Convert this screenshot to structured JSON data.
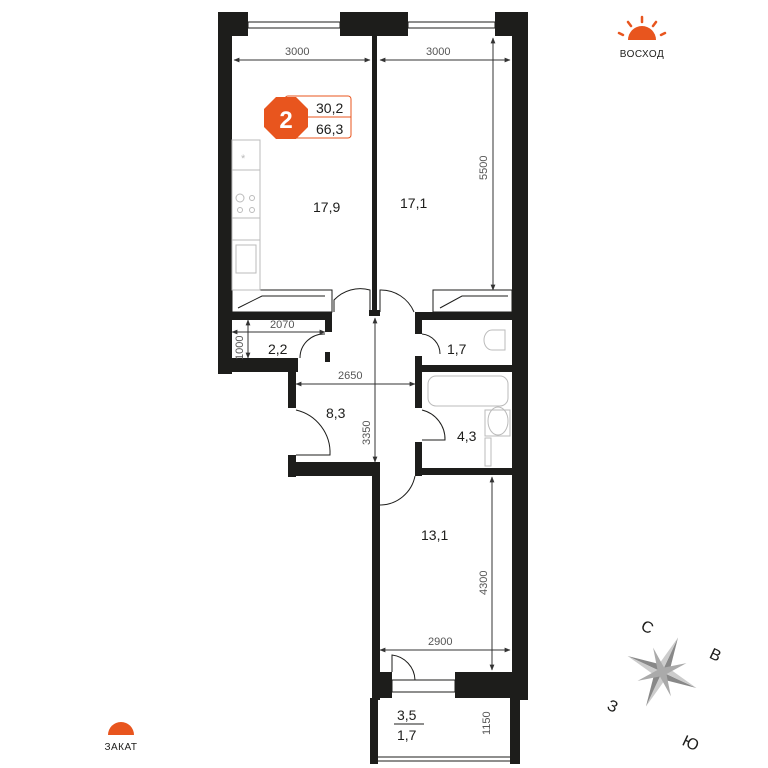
{
  "apartment": {
    "rooms_count": "2",
    "living_area": "30,2",
    "total_area": "66,3"
  },
  "rooms": {
    "kitchen": "17,9",
    "bedroom_1": "17,1",
    "storage": "2,2",
    "wc": "1,7",
    "hall": "8,3",
    "bathroom": "4,3",
    "bedroom_2": "13,1",
    "balcony_total": "3,5",
    "balcony_reduced": "1,7"
  },
  "dimensions": {
    "kitchen_width": "3000",
    "bedroom1_width": "3000",
    "bedroom1_length": "5500",
    "storage_width": "2070",
    "storage_depth": "1000",
    "hall_width": "2650",
    "hall_length": "3350",
    "bedroom2_length": "4300",
    "bedroom2_width": "2900",
    "balcony_depth": "1150"
  },
  "labels": {
    "sunrise": "ВОСХОД",
    "sunset": "ЗАКАТ"
  },
  "compass": {
    "north": "С",
    "east": "В",
    "south": "Ю",
    "west": "З"
  },
  "colors": {
    "accent": "#e8551e",
    "wall": "#1d1d1b"
  }
}
